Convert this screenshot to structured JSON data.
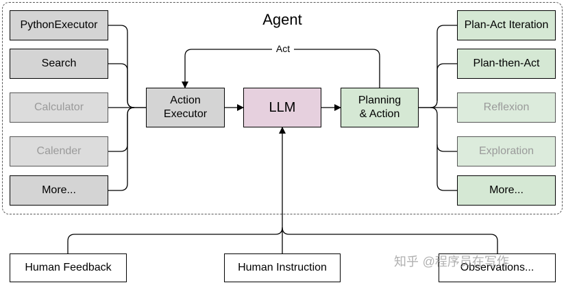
{
  "agent": {
    "title": "Agent",
    "loop_label": "Act"
  },
  "tools": [
    {
      "label": "PythonExecutor",
      "enabled": true
    },
    {
      "label": "Search",
      "enabled": true
    },
    {
      "label": "Calculator",
      "enabled": false
    },
    {
      "label": "Calender",
      "enabled": false
    },
    {
      "label": "More...",
      "enabled": true
    }
  ],
  "core": {
    "executor": [
      "Action",
      "Executor"
    ],
    "llm": "LLM",
    "planner": [
      "Planning",
      "& Action"
    ]
  },
  "strategies": [
    {
      "label": "Plan-Act Iteration",
      "enabled": true
    },
    {
      "label": "Plan-then-Act",
      "enabled": true
    },
    {
      "label": "Reflexion",
      "enabled": false
    },
    {
      "label": "Exploration",
      "enabled": false
    },
    {
      "label": "More...",
      "enabled": true
    }
  ],
  "inputs": [
    "Human Feedback",
    "Human Instruction",
    "Observations..."
  ],
  "watermark": {
    "prefix": "知乎",
    "handle": "@程序员在写作"
  },
  "colors": {
    "tool_fill": "#d4d4d4",
    "strategy_fill": "#d5e8d4",
    "llm_fill": "#e6d0de",
    "disabled_text": "#9a9a9a"
  }
}
